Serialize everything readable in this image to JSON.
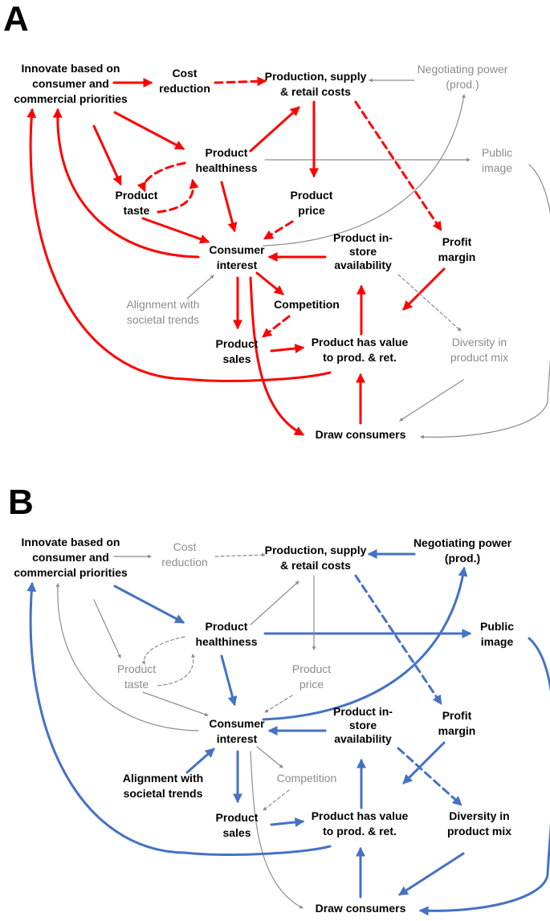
{
  "colors": {
    "panel_a_active": "#ff0000",
    "panel_b_active": "#4472c4",
    "inactive": "#8c8c8c",
    "active_text": "#000000",
    "inactive_text": "#8c8c8c"
  },
  "panels": [
    {
      "id": "A",
      "letter": "A",
      "nodes": [
        {
          "id": "innovate",
          "lines": [
            "Innovate based on",
            "consumer and",
            "commercial priorities"
          ],
          "active": true
        },
        {
          "id": "cost",
          "lines": [
            "Cost",
            "reduction"
          ],
          "active": true
        },
        {
          "id": "prodcosts",
          "lines": [
            "Production, supply",
            "& retail costs"
          ],
          "active": true
        },
        {
          "id": "negpower",
          "lines": [
            "Negotiating power",
            "(prod.)"
          ],
          "active": false
        },
        {
          "id": "health",
          "lines": [
            "Product",
            "healthiness"
          ],
          "active": true
        },
        {
          "id": "pubimage",
          "lines": [
            "Public",
            "image"
          ],
          "active": false
        },
        {
          "id": "taste",
          "lines": [
            "Product",
            "taste"
          ],
          "active": true
        },
        {
          "id": "price",
          "lines": [
            "Product",
            "price"
          ],
          "active": true
        },
        {
          "id": "interest",
          "lines": [
            "Consumer",
            "interest"
          ],
          "active": true
        },
        {
          "id": "avail",
          "lines": [
            "Product in-",
            "store",
            "availability"
          ],
          "active": true
        },
        {
          "id": "margin",
          "lines": [
            "Profit",
            "margin"
          ],
          "active": true
        },
        {
          "id": "align",
          "lines": [
            "Alignment with",
            "societal trends"
          ],
          "active": false
        },
        {
          "id": "compet",
          "lines": [
            "Competition"
          ],
          "active": true
        },
        {
          "id": "sales",
          "lines": [
            "Product",
            "sales"
          ],
          "active": true
        },
        {
          "id": "value",
          "lines": [
            "Product has value",
            "to prod. & ret."
          ],
          "active": true
        },
        {
          "id": "diversity",
          "lines": [
            "Diversity in",
            "product mix"
          ],
          "active": false
        },
        {
          "id": "draw",
          "lines": [
            "Draw consumers"
          ],
          "active": true
        }
      ],
      "edges": [
        {
          "from": "innovate",
          "to": "cost",
          "active": true,
          "dashed": false
        },
        {
          "from": "cost",
          "to": "prodcosts",
          "active": true,
          "dashed": true
        },
        {
          "from": "negpower",
          "to": "prodcosts",
          "active": false,
          "dashed": false
        },
        {
          "from": "innovate",
          "to": "health",
          "active": true,
          "dashed": false
        },
        {
          "from": "innovate",
          "to": "taste",
          "active": true,
          "dashed": false
        },
        {
          "from": "health",
          "to": "prodcosts",
          "active": true,
          "dashed": false
        },
        {
          "from": "health",
          "to": "pubimage",
          "active": false,
          "dashed": false
        },
        {
          "from": "health",
          "to": "taste",
          "active": true,
          "dashed": true
        },
        {
          "from": "taste",
          "to": "health",
          "active": true,
          "dashed": true
        },
        {
          "from": "health",
          "to": "interest",
          "active": true,
          "dashed": false
        },
        {
          "from": "taste",
          "to": "interest",
          "active": true,
          "dashed": false
        },
        {
          "from": "prodcosts",
          "to": "price",
          "active": true,
          "dashed": false
        },
        {
          "from": "prodcosts",
          "to": "margin",
          "active": true,
          "dashed": true
        },
        {
          "from": "price",
          "to": "interest",
          "active": true,
          "dashed": true
        },
        {
          "from": "avail",
          "to": "interest",
          "active": true,
          "dashed": false
        },
        {
          "from": "interest",
          "to": "negpower",
          "active": false,
          "dashed": false
        },
        {
          "from": "interest",
          "to": "innovate",
          "active": true,
          "dashed": false
        },
        {
          "from": "align",
          "to": "interest",
          "active": false,
          "dashed": false
        },
        {
          "from": "interest",
          "to": "sales",
          "active": true,
          "dashed": false
        },
        {
          "from": "interest",
          "to": "compet",
          "active": true,
          "dashed": false
        },
        {
          "from": "interest",
          "to": "draw",
          "active": true,
          "dashed": false
        },
        {
          "from": "compet",
          "to": "sales",
          "active": true,
          "dashed": true
        },
        {
          "from": "sales",
          "to": "value",
          "active": true,
          "dashed": false
        },
        {
          "from": "value",
          "to": "avail",
          "active": true,
          "dashed": false
        },
        {
          "from": "margin",
          "to": "value",
          "active": true,
          "dashed": false
        },
        {
          "from": "avail",
          "to": "diversity",
          "active": false,
          "dashed": true
        },
        {
          "from": "value",
          "to": "innovate",
          "active": true,
          "dashed": false
        },
        {
          "from": "draw",
          "to": "value",
          "active": true,
          "dashed": false
        },
        {
          "from": "diversity",
          "to": "draw",
          "active": false,
          "dashed": false
        },
        {
          "from": "pubimage",
          "to": "draw",
          "active": false,
          "dashed": false
        }
      ]
    },
    {
      "id": "B",
      "letter": "B",
      "nodes": [
        {
          "id": "innovate",
          "lines": [
            "Innovate based on",
            "consumer and",
            "commercial priorities"
          ],
          "active": true
        },
        {
          "id": "cost",
          "lines": [
            "Cost",
            "reduction"
          ],
          "active": false
        },
        {
          "id": "prodcosts",
          "lines": [
            "Production, supply",
            "& retail costs"
          ],
          "active": true
        },
        {
          "id": "negpower",
          "lines": [
            "Negotiating power",
            "(prod.)"
          ],
          "active": true
        },
        {
          "id": "health",
          "lines": [
            "Product",
            "healthiness"
          ],
          "active": true
        },
        {
          "id": "pubimage",
          "lines": [
            "Public",
            "image"
          ],
          "active": true
        },
        {
          "id": "taste",
          "lines": [
            "Product",
            "taste"
          ],
          "active": false
        },
        {
          "id": "price",
          "lines": [
            "Product",
            "price"
          ],
          "active": false
        },
        {
          "id": "interest",
          "lines": [
            "Consumer",
            "interest"
          ],
          "active": true
        },
        {
          "id": "avail",
          "lines": [
            "Product in-",
            "store",
            "availability"
          ],
          "active": true
        },
        {
          "id": "margin",
          "lines": [
            "Profit",
            "margin"
          ],
          "active": true
        },
        {
          "id": "align",
          "lines": [
            "Alignment with",
            "societal trends"
          ],
          "active": true
        },
        {
          "id": "compet",
          "lines": [
            "Competition"
          ],
          "active": false
        },
        {
          "id": "sales",
          "lines": [
            "Product",
            "sales"
          ],
          "active": true
        },
        {
          "id": "value",
          "lines": [
            "Product has value",
            "to prod. & ret."
          ],
          "active": true
        },
        {
          "id": "diversity",
          "lines": [
            "Diversity in",
            "product mix"
          ],
          "active": true
        },
        {
          "id": "draw",
          "lines": [
            "Draw consumers"
          ],
          "active": true
        }
      ],
      "edges": [
        {
          "from": "innovate",
          "to": "cost",
          "active": false,
          "dashed": false
        },
        {
          "from": "cost",
          "to": "prodcosts",
          "active": false,
          "dashed": true
        },
        {
          "from": "negpower",
          "to": "prodcosts",
          "active": true,
          "dashed": false
        },
        {
          "from": "innovate",
          "to": "health",
          "active": true,
          "dashed": false
        },
        {
          "from": "innovate",
          "to": "taste",
          "active": false,
          "dashed": false
        },
        {
          "from": "health",
          "to": "prodcosts",
          "active": false,
          "dashed": false
        },
        {
          "from": "health",
          "to": "pubimage",
          "active": true,
          "dashed": false
        },
        {
          "from": "health",
          "to": "taste",
          "active": false,
          "dashed": true
        },
        {
          "from": "taste",
          "to": "health",
          "active": false,
          "dashed": true
        },
        {
          "from": "health",
          "to": "interest",
          "active": true,
          "dashed": false
        },
        {
          "from": "taste",
          "to": "interest",
          "active": false,
          "dashed": false
        },
        {
          "from": "prodcosts",
          "to": "price",
          "active": false,
          "dashed": false
        },
        {
          "from": "prodcosts",
          "to": "margin",
          "active": true,
          "dashed": true
        },
        {
          "from": "price",
          "to": "interest",
          "active": false,
          "dashed": true
        },
        {
          "from": "avail",
          "to": "interest",
          "active": true,
          "dashed": false
        },
        {
          "from": "interest",
          "to": "negpower",
          "active": true,
          "dashed": false
        },
        {
          "from": "interest",
          "to": "innovate",
          "active": false,
          "dashed": false
        },
        {
          "from": "align",
          "to": "interest",
          "active": true,
          "dashed": false
        },
        {
          "from": "interest",
          "to": "sales",
          "active": true,
          "dashed": false
        },
        {
          "from": "interest",
          "to": "compet",
          "active": false,
          "dashed": false
        },
        {
          "from": "interest",
          "to": "draw",
          "active": false,
          "dashed": false
        },
        {
          "from": "compet",
          "to": "sales",
          "active": false,
          "dashed": true
        },
        {
          "from": "sales",
          "to": "value",
          "active": true,
          "dashed": false
        },
        {
          "from": "value",
          "to": "avail",
          "active": true,
          "dashed": false
        },
        {
          "from": "margin",
          "to": "value",
          "active": true,
          "dashed": false
        },
        {
          "from": "avail",
          "to": "diversity",
          "active": true,
          "dashed": true
        },
        {
          "from": "value",
          "to": "innovate",
          "active": true,
          "dashed": false
        },
        {
          "from": "draw",
          "to": "value",
          "active": true,
          "dashed": false
        },
        {
          "from": "diversity",
          "to": "draw",
          "active": true,
          "dashed": false
        },
        {
          "from": "pubimage",
          "to": "draw",
          "active": true,
          "dashed": false
        }
      ]
    }
  ]
}
